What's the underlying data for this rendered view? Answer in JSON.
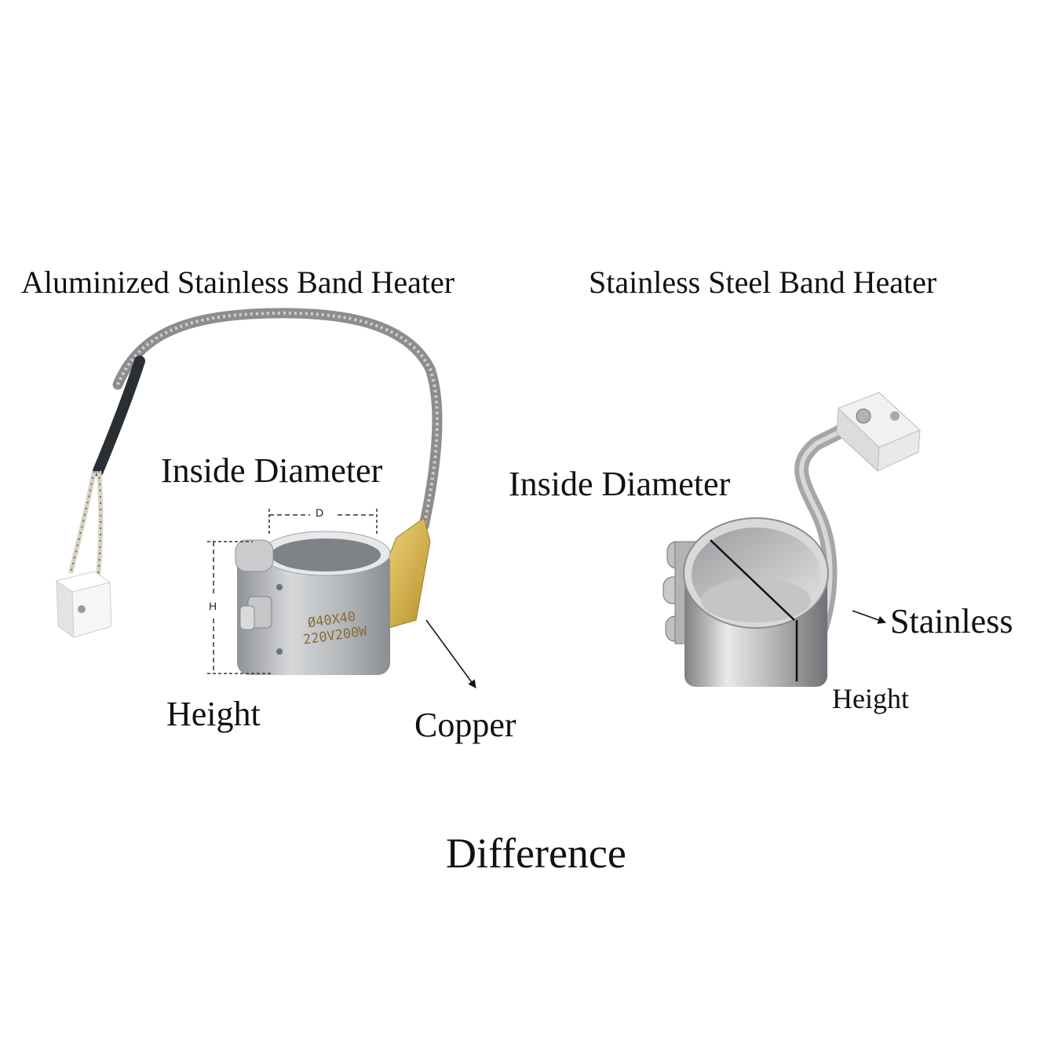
{
  "left_product": {
    "title": "Aluminized Stainless Band Heater",
    "label_inside_diameter": "Inside Diameter",
    "label_height": "Height",
    "label_copper": "Copper",
    "dim_d": "D",
    "dim_h": "H",
    "stamp_line1": "Ø40X40",
    "stamp_line2": "220V200W"
  },
  "right_product": {
    "title": "Stainless Steel Band Heater",
    "label_inside_diameter": "Inside Diameter",
    "label_stainless": "Stainless",
    "label_height": "Height"
  },
  "footer": {
    "caption": "Difference"
  },
  "colors": {
    "aluminized_body": "#b9bcc0",
    "copper_tab": "#d8b44a",
    "stainless_body": "#c9c9c9",
    "cable_braid": "#8d8d8d",
    "cable_sleeve": "#2a2f33",
    "ceramic": "#f3f3f3"
  }
}
